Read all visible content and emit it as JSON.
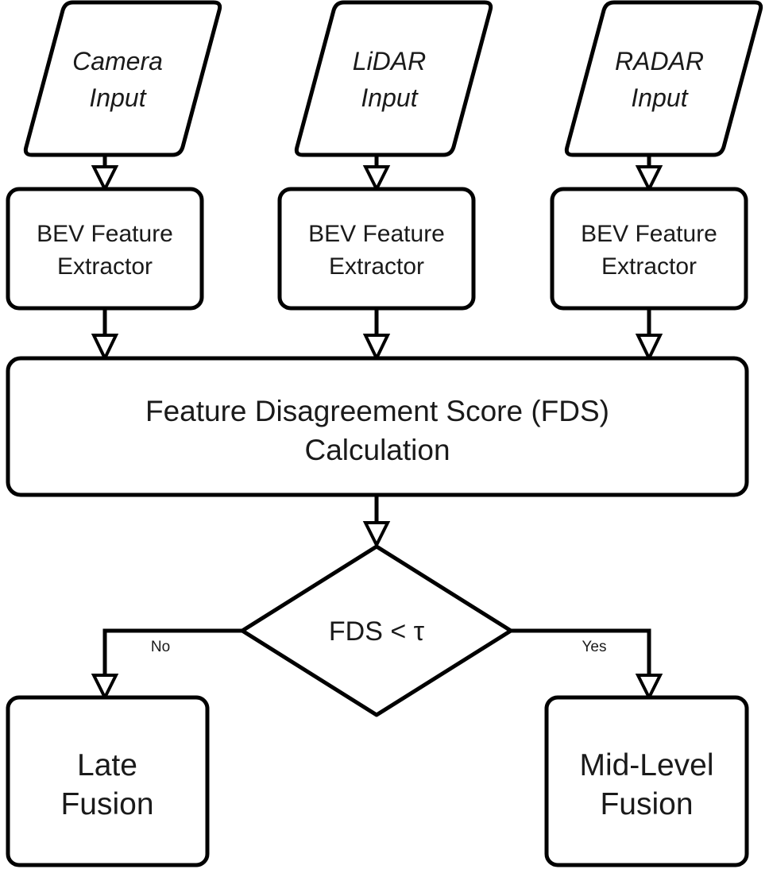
{
  "inputs": [
    {
      "line1": "Camera",
      "line2": "Input"
    },
    {
      "line1": "LiDAR",
      "line2": "Input"
    },
    {
      "line1": "RADAR",
      "line2": "Input"
    }
  ],
  "extractors": [
    {
      "line1": "BEV Feature",
      "line2": "Extractor"
    },
    {
      "line1": "BEV Feature",
      "line2": "Extractor"
    },
    {
      "line1": "BEV Feature",
      "line2": "Extractor"
    }
  ],
  "fds": {
    "line1": "Feature Disagreement Score (FDS)",
    "line2": "Calculation"
  },
  "decision": {
    "label": "FDS < τ"
  },
  "branches": {
    "no": "No",
    "yes": "Yes"
  },
  "outputs": {
    "late": {
      "line1": "Late",
      "line2": "Fusion"
    },
    "mid": {
      "line1": "Mid-Level",
      "line2": "Fusion"
    }
  }
}
